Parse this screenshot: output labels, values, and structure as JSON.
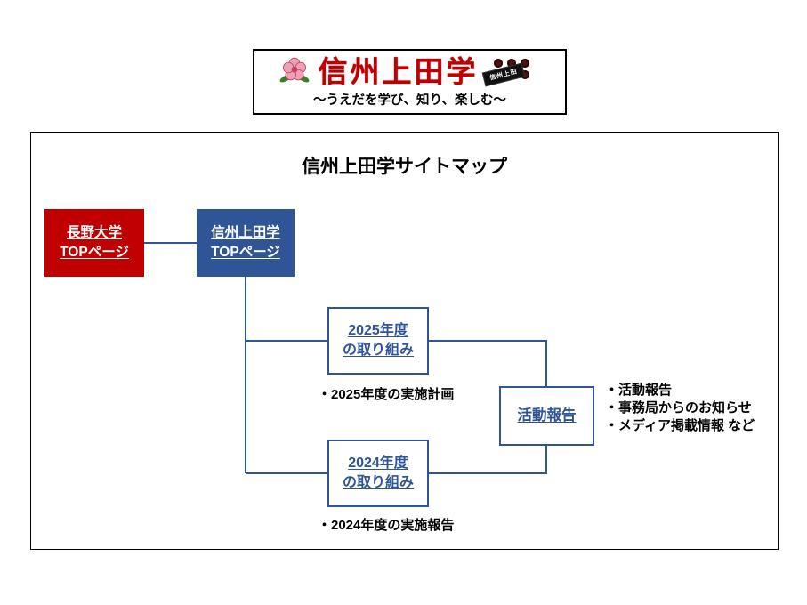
{
  "banner": {
    "title": "信州上田学",
    "subtitle": "～うえだを学び、知り、楽しむ～",
    "emblem_text": "信州上田"
  },
  "sitemap": {
    "title": "信州上田学サイトマップ",
    "nagano_top": {
      "line1": "長野大学",
      "line2": "TOPページ"
    },
    "ueda_top": {
      "line1": "信州上田学",
      "line2": "TOPページ"
    },
    "node_2025": {
      "line1": "2025年度",
      "line2": "の取り組み"
    },
    "node_2024": {
      "line1": "2024年度",
      "line2": "の取り組み"
    },
    "node_report": {
      "label": "活動報告"
    },
    "note_2025": "・2025年度の実施計画",
    "note_2024": "・2024年度の実施報告",
    "bullets": [
      "・活動報告",
      "・事務局からのお知らせ",
      "・メディア掲載情報 など"
    ]
  },
  "colors": {
    "red": "#C00000",
    "blue": "#2F5597"
  }
}
